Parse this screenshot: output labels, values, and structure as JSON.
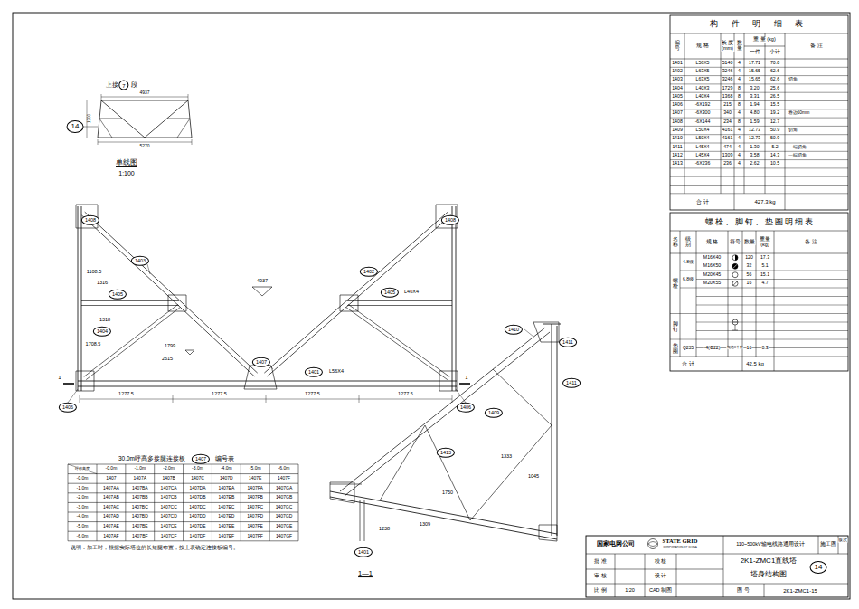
{
  "diagram": {
    "nodes": [
      {
        "text": [
          "14"
        ]
      },
      {
        "text": [
          "7"
        ]
      },
      {
        "text": [
          "1408"
        ]
      },
      {
        "text": [
          "1403"
        ]
      },
      {
        "text": [
          "1405"
        ]
      },
      {
        "text": [
          "1404"
        ]
      },
      {
        "text": [
          "1406"
        ]
      },
      {
        "text": [
          "1407"
        ]
      },
      {
        "text": [
          "1401"
        ]
      },
      {
        "text": [
          "1402"
        ]
      },
      {
        "text": [
          "1405"
        ]
      },
      {
        "text": [
          "1408"
        ]
      },
      {
        "text": [
          "1406"
        ]
      },
      {
        "text": [
          "1410"
        ]
      },
      {
        "text": [
          "1411"
        ]
      },
      {
        "text": [
          "1411"
        ]
      },
      {
        "text": [
          "1409"
        ]
      },
      {
        "text": [
          "1413"
        ]
      },
      {
        "text": [
          "1401"
        ]
      },
      {
        "text": [
          "1407"
        ]
      },
      {
        "text": [
          "14"
        ]
      }
    ],
    "labels": [
      "上接",
      "段",
      "4937",
      "5270",
      "1300",
      "单线图",
      "1:100",
      "4937",
      "1277.5",
      "1277.5",
      "1277.5",
      "1277.5",
      "2615",
      "1318",
      "1316",
      "1108.5",
      "1708.5",
      "1799",
      "L40X4",
      "L56X4",
      "1",
      "1",
      "1—1",
      "1750",
      "1333",
      "1238",
      "1045",
      "1309",
      "30.0m呼高多接腿连接板",
      "编号表",
      "呼称高度",
      "-0.0m",
      "-1.0m",
      "-2.0m",
      "-3.0m",
      "-4.0m",
      "-5.0m",
      "-6.0m",
      "-0.0m",
      "1407",
      "1407A",
      "1407B",
      "1407C",
      "1407D",
      "1407E",
      "1407F",
      "-1.0m",
      "1407AA",
      "1407BA",
      "1407CA",
      "1407DA",
      "1407EA",
      "1407FA",
      "1407GA",
      "-2.0m",
      "1407AB",
      "1407BB",
      "1407CB",
      "1407DB",
      "1407EB",
      "1407FB",
      "1407GB",
      "-3.0m",
      "1407AC",
      "1407BC",
      "1407CC",
      "1407DC",
      "1407EC",
      "1407FC",
      "1407GC",
      "-4.0m",
      "1407AD",
      "1407BD",
      "1407CD",
      "1407DD",
      "1407ED",
      "1407FD",
      "1407GD",
      "-5.0m",
      "1407AE",
      "1407BE",
      "1407CE",
      "1407DE",
      "1407EE",
      "1407FE",
      "1407GE",
      "-6.0m",
      "1407AF",
      "1407BF",
      "1407CF",
      "1407DF",
      "1407EF",
      "1407FF",
      "1407GF",
      "说明：加工时，根据实际塔位的长短腿布置，按上表确定连接板编号。",
      "构 件 明 细 表",
      "编号",
      "规 格",
      "长 度 (mm)",
      "数量",
      "重 量 (kg)",
      "一件",
      "小计",
      "备 注",
      "1401",
      "L56X5",
      "5140",
      "4",
      "17.71",
      "70.8",
      "1402",
      "L63X5",
      "3246",
      "4",
      "15.65",
      "62.6",
      "1403",
      "L63X5",
      "3246",
      "4",
      "15.65",
      "62.6",
      "切角",
      "1404",
      "L40X3",
      "1729",
      "8",
      "3.20",
      "25.6",
      "1405",
      "L40X4",
      "1368",
      "8",
      "3.31",
      "26.5",
      "1406",
      "-6X192",
      "215",
      "8",
      "1.94",
      "15.5",
      "1407",
      "-6X300",
      "340",
      "4",
      "4.80",
      "19.2",
      "卷边60mm",
      "1408",
      "-6X144",
      "234",
      "8",
      "1.59",
      "12.7",
      "1409",
      "L50X4",
      "4161",
      "4",
      "12.73",
      "50.9",
      "切角",
      "1410",
      "L50X4",
      "4161",
      "4",
      "12.73",
      "50.9",
      "1411",
      "L45X4",
      "474",
      "4",
      "1.30",
      "5.2",
      "一端切角",
      "1412",
      "L45X4",
      "1309",
      "4",
      "3.58",
      "14.3",
      "一端切角",
      "1413",
      "-6X236",
      "236",
      "4",
      "2.62",
      "10.5",
      "合 计",
      "427.3 kg",
      "螺栓、脚钉、垫圈明细表",
      "名称",
      "级别",
      "规 格",
      "符号",
      "数量",
      "重量(kg)",
      "备 注",
      "螺栓",
      "4.8级",
      "6.8级",
      "M16X40",
      "M16X50",
      "M20X45",
      "M20X55",
      "120",
      "32",
      "56",
      "16",
      "17.3",
      "5.1",
      "15.1",
      "4.7",
      "脚钉",
      "垫圈",
      "Q235",
      "-4(Φ22)",
      "规格X个数",
      "16",
      "0.3",
      "合 计",
      "42.5 kg",
      "国家电网公司",
      "STATE GRID",
      "CORPORATION OF CHINA",
      "110~500kV输电线路通用设计",
      "施工图",
      "版次",
      "批 准",
      "校 核",
      "审 核",
      "设 计",
      "比 例",
      "1:20",
      "CAD 制图",
      "2K1-ZMC1直线塔",
      "塔身结构图",
      "图 号",
      "2K1-ZMC1-15"
    ]
  }
}
